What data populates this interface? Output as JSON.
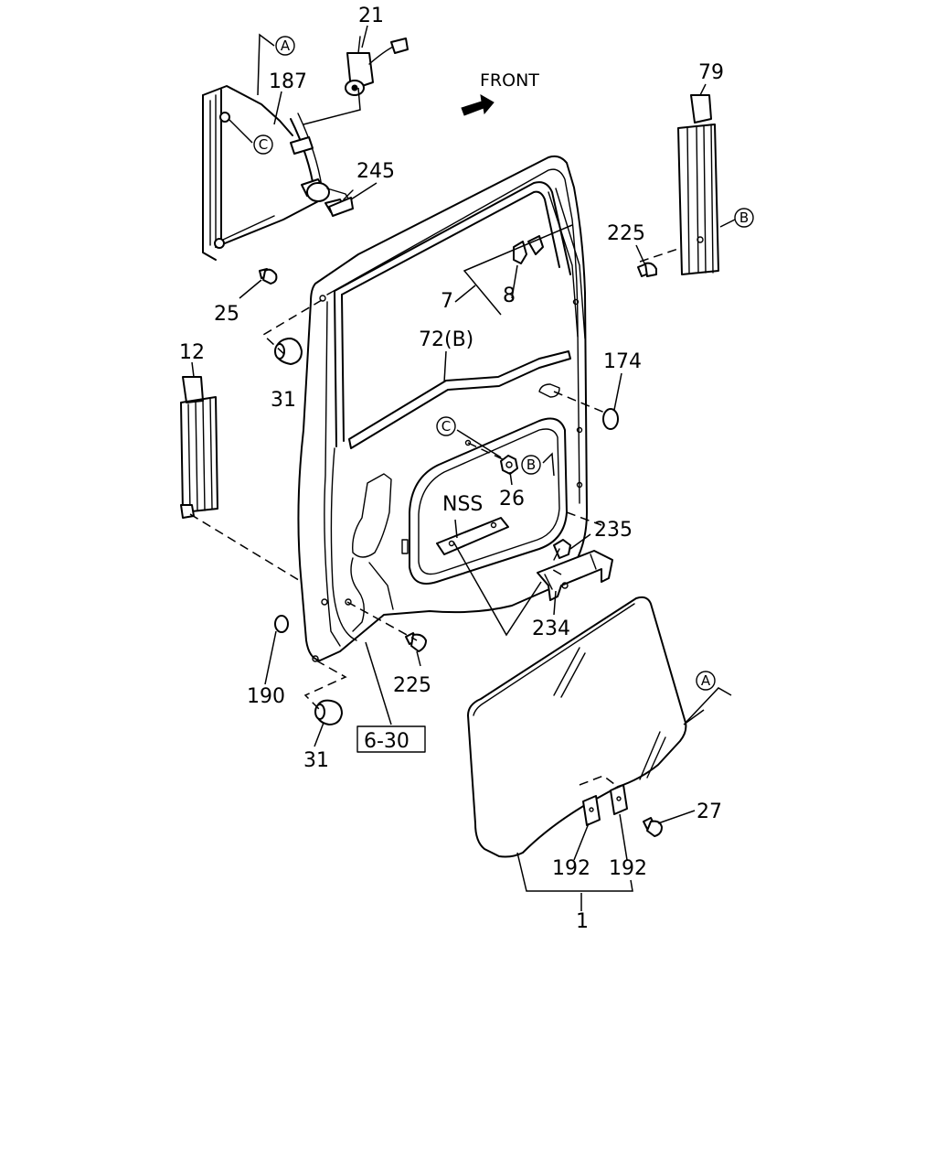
{
  "front_label": "FRONT",
  "callouts": {
    "p21": "21",
    "p187": "187",
    "p245": "245",
    "p25": "25",
    "p31_upper": "31",
    "p12": "12",
    "p7": "7",
    "p8": "8",
    "p72": "72(B)",
    "p174": "174",
    "p79": "79",
    "p225_upper": "225",
    "p26": "26",
    "nss": "NSS",
    "p235": "235",
    "p234": "234",
    "p190": "190",
    "p225_lower": "225",
    "p31_lower": "31",
    "ref_box": "6-30",
    "p27": "27",
    "p192_left": "192",
    "p192_right": "192",
    "p1": "1"
  },
  "reference_markers": {
    "a_top": "A",
    "a_right": "A",
    "b_right": "B",
    "b_center": "B",
    "c_top": "C",
    "c_center": "C"
  }
}
